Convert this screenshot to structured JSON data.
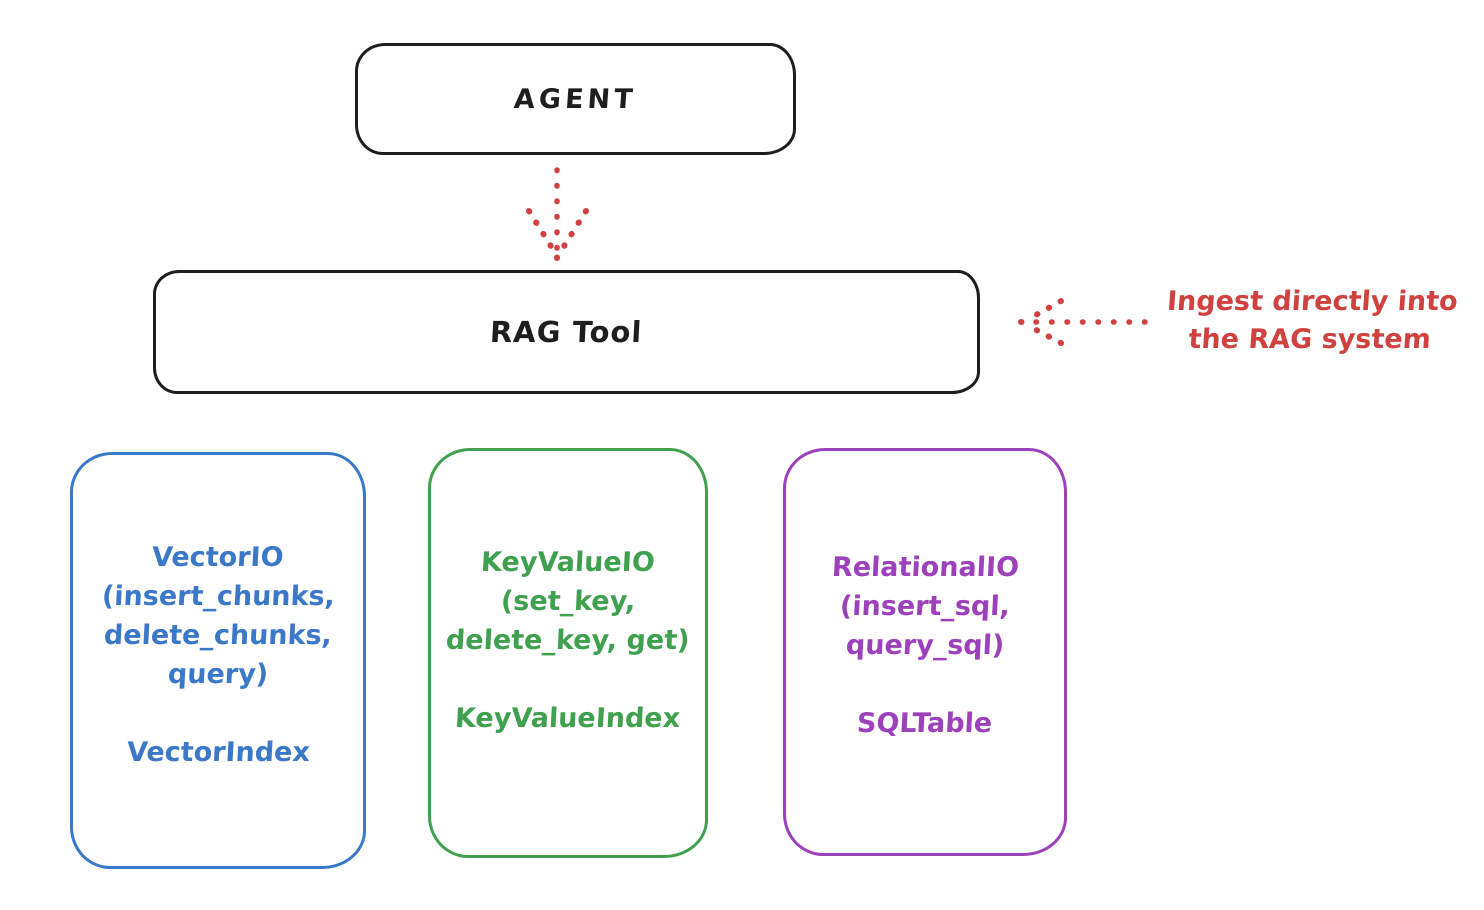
{
  "canvas": {
    "background": "#ffffff"
  },
  "colors": {
    "ink": "#1e1e1e",
    "red": "#cf423f",
    "blue": "#3b78c8",
    "green": "#3fa14f",
    "purple": "#9c41bb"
  },
  "diagram": {
    "agent": {
      "label": "AGENT"
    },
    "rag_tool": {
      "label": "RAG Tool"
    },
    "annotation": {
      "line1": "Ingest directly into",
      "line2": "the RAG system"
    },
    "arrows": [
      {
        "name": "agent-to-rag-tool",
        "style": "dotted",
        "color": "#cf423f",
        "direction": "down"
      },
      {
        "name": "ingest-into-rag-tool",
        "style": "dotted",
        "color": "#cf423f",
        "direction": "left"
      }
    ],
    "storage_boxes": [
      {
        "id": "vector-io",
        "color": "#3b78c8",
        "lines": [
          "VectorIO",
          "(insert_chunks,",
          "delete_chunks,",
          "query)"
        ],
        "index_label": "VectorIndex"
      },
      {
        "id": "keyvalue-io",
        "color": "#3fa14f",
        "lines": [
          "KeyValueIO",
          "(set_key,",
          "delete_key, get)"
        ],
        "index_label": "KeyValueIndex"
      },
      {
        "id": "relational-io",
        "color": "#9c41bb",
        "lines": [
          "RelationalIO",
          "(insert_sql,",
          "query_sql)"
        ],
        "index_label": "SQLTable"
      }
    ]
  }
}
